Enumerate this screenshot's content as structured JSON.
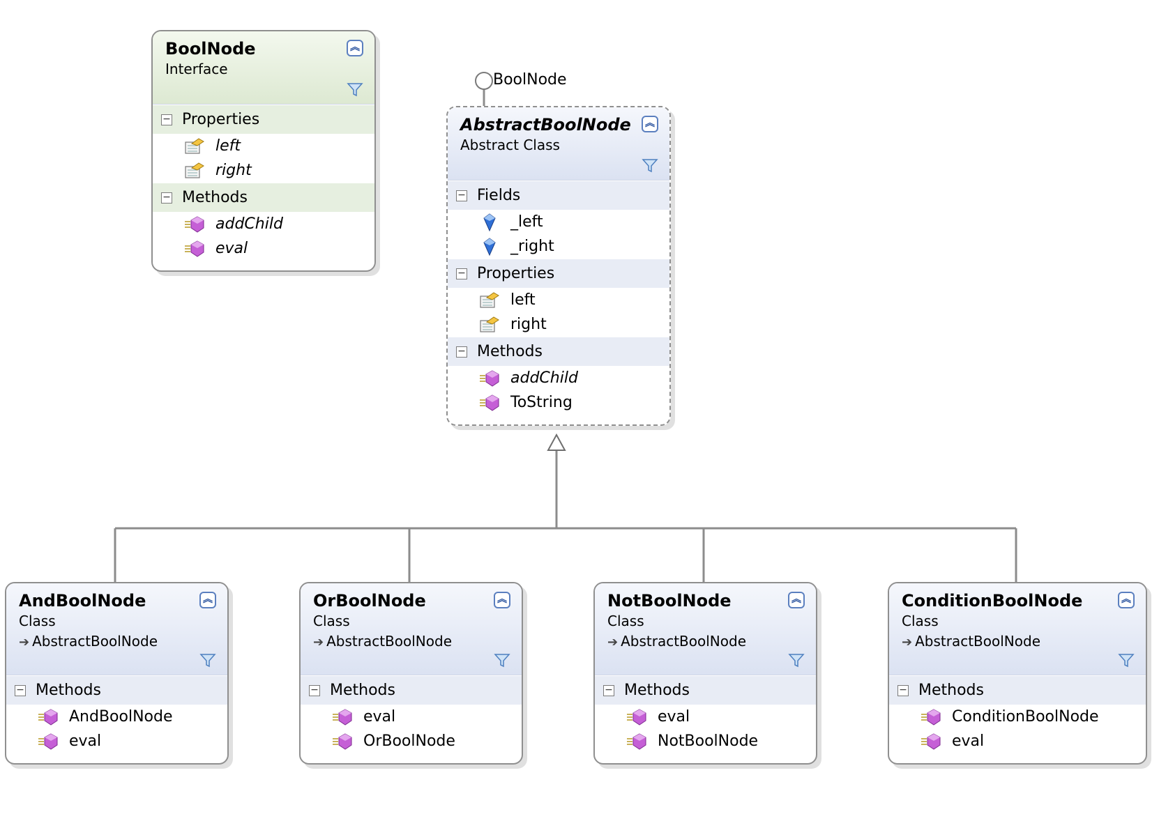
{
  "lollipop_label": "BoolNode",
  "boxes": {
    "boolnode": {
      "name": "BoolNode",
      "stereotype": "Interface",
      "sections": [
        {
          "title": "Properties",
          "items": [
            "left",
            "right"
          ]
        },
        {
          "title": "Methods",
          "items": [
            "addChild",
            "eval"
          ]
        }
      ]
    },
    "abstractboolnode": {
      "name": "AbstractBoolNode",
      "stereotype": "Abstract Class",
      "sections": [
        {
          "title": "Fields",
          "items": [
            "_left",
            "_right"
          ]
        },
        {
          "title": "Properties",
          "items": [
            "left",
            "right"
          ]
        },
        {
          "title": "Methods",
          "items": [
            "addChild",
            "ToString"
          ]
        }
      ]
    },
    "andboolnode": {
      "name": "AndBoolNode",
      "stereotype": "Class",
      "inherits": "AbstractBoolNode",
      "sections": [
        {
          "title": "Methods",
          "items": [
            "AndBoolNode",
            "eval"
          ]
        }
      ]
    },
    "orboolnode": {
      "name": "OrBoolNode",
      "stereotype": "Class",
      "inherits": "AbstractBoolNode",
      "sections": [
        {
          "title": "Methods",
          "items": [
            "eval",
            "OrBoolNode"
          ]
        }
      ]
    },
    "notboolnode": {
      "name": "NotBoolNode",
      "stereotype": "Class",
      "inherits": "AbstractBoolNode",
      "sections": [
        {
          "title": "Methods",
          "items": [
            "eval",
            "NotBoolNode"
          ]
        }
      ]
    },
    "conditionboolnode": {
      "name": "ConditionBoolNode",
      "stereotype": "Class",
      "inherits": "AbstractBoolNode",
      "sections": [
        {
          "title": "Methods",
          "items": [
            "ConditionBoolNode",
            "eval"
          ]
        }
      ]
    }
  },
  "icons": {
    "property": "property-icon",
    "method": "method-icon",
    "field": "field-icon",
    "collapse": "collapse-icon",
    "filter": "filter-icon"
  },
  "colors": {
    "class_header": "#dbe2f2",
    "interface_header": "#dde9d2",
    "border": "#8f8f8f",
    "connector": "#8c8c8c",
    "method_icon": "#c55fd6",
    "field_icon": "#2f6fd6"
  }
}
